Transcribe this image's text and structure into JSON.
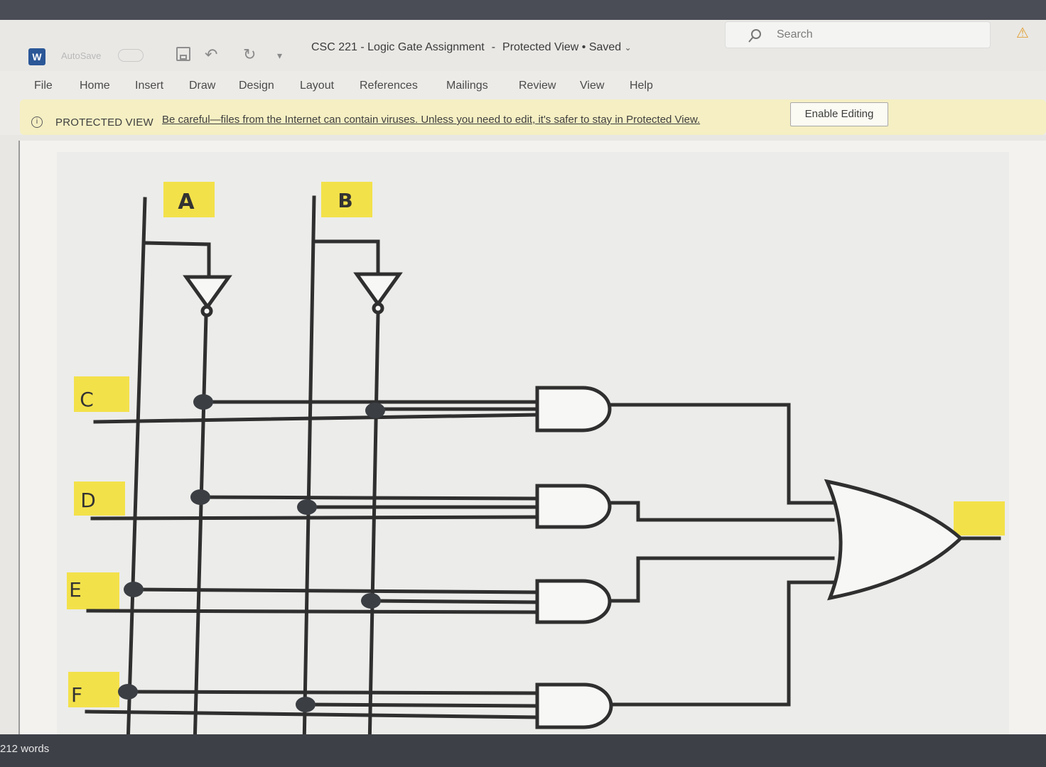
{
  "titlebar": {
    "app_icon": "W",
    "autosave_label": "AutoSave",
    "icons": [
      "save-icon",
      "undo-icon",
      "redo-icon",
      "customize-icon"
    ],
    "doc_name": "CSC 221 - Logic Gate Assignment",
    "separator": "-",
    "view_status": "Protected View • Saved",
    "search_placeholder": "Search"
  },
  "ribbon": {
    "tabs": [
      "File",
      "Home",
      "Insert",
      "Draw",
      "Design",
      "Layout",
      "References",
      "Mailings",
      "Review",
      "View",
      "Help"
    ]
  },
  "protected_view": {
    "label": "PROTECTED VIEW",
    "message": "Be careful—files from the Internet can contain viruses. Unless you need to edit, it's safer to stay in Protected View.",
    "button": "Enable Editing"
  },
  "circuit": {
    "top_inputs": [
      "A",
      "B"
    ],
    "left_inputs": [
      "C",
      "D",
      "E",
      "F"
    ],
    "output_label": "",
    "colors": {
      "label_bg": "#f3e14a",
      "wire": "#2f2f2f",
      "gate_fill": "#f7f7f5"
    }
  },
  "status": {
    "word_count": "212 words"
  }
}
